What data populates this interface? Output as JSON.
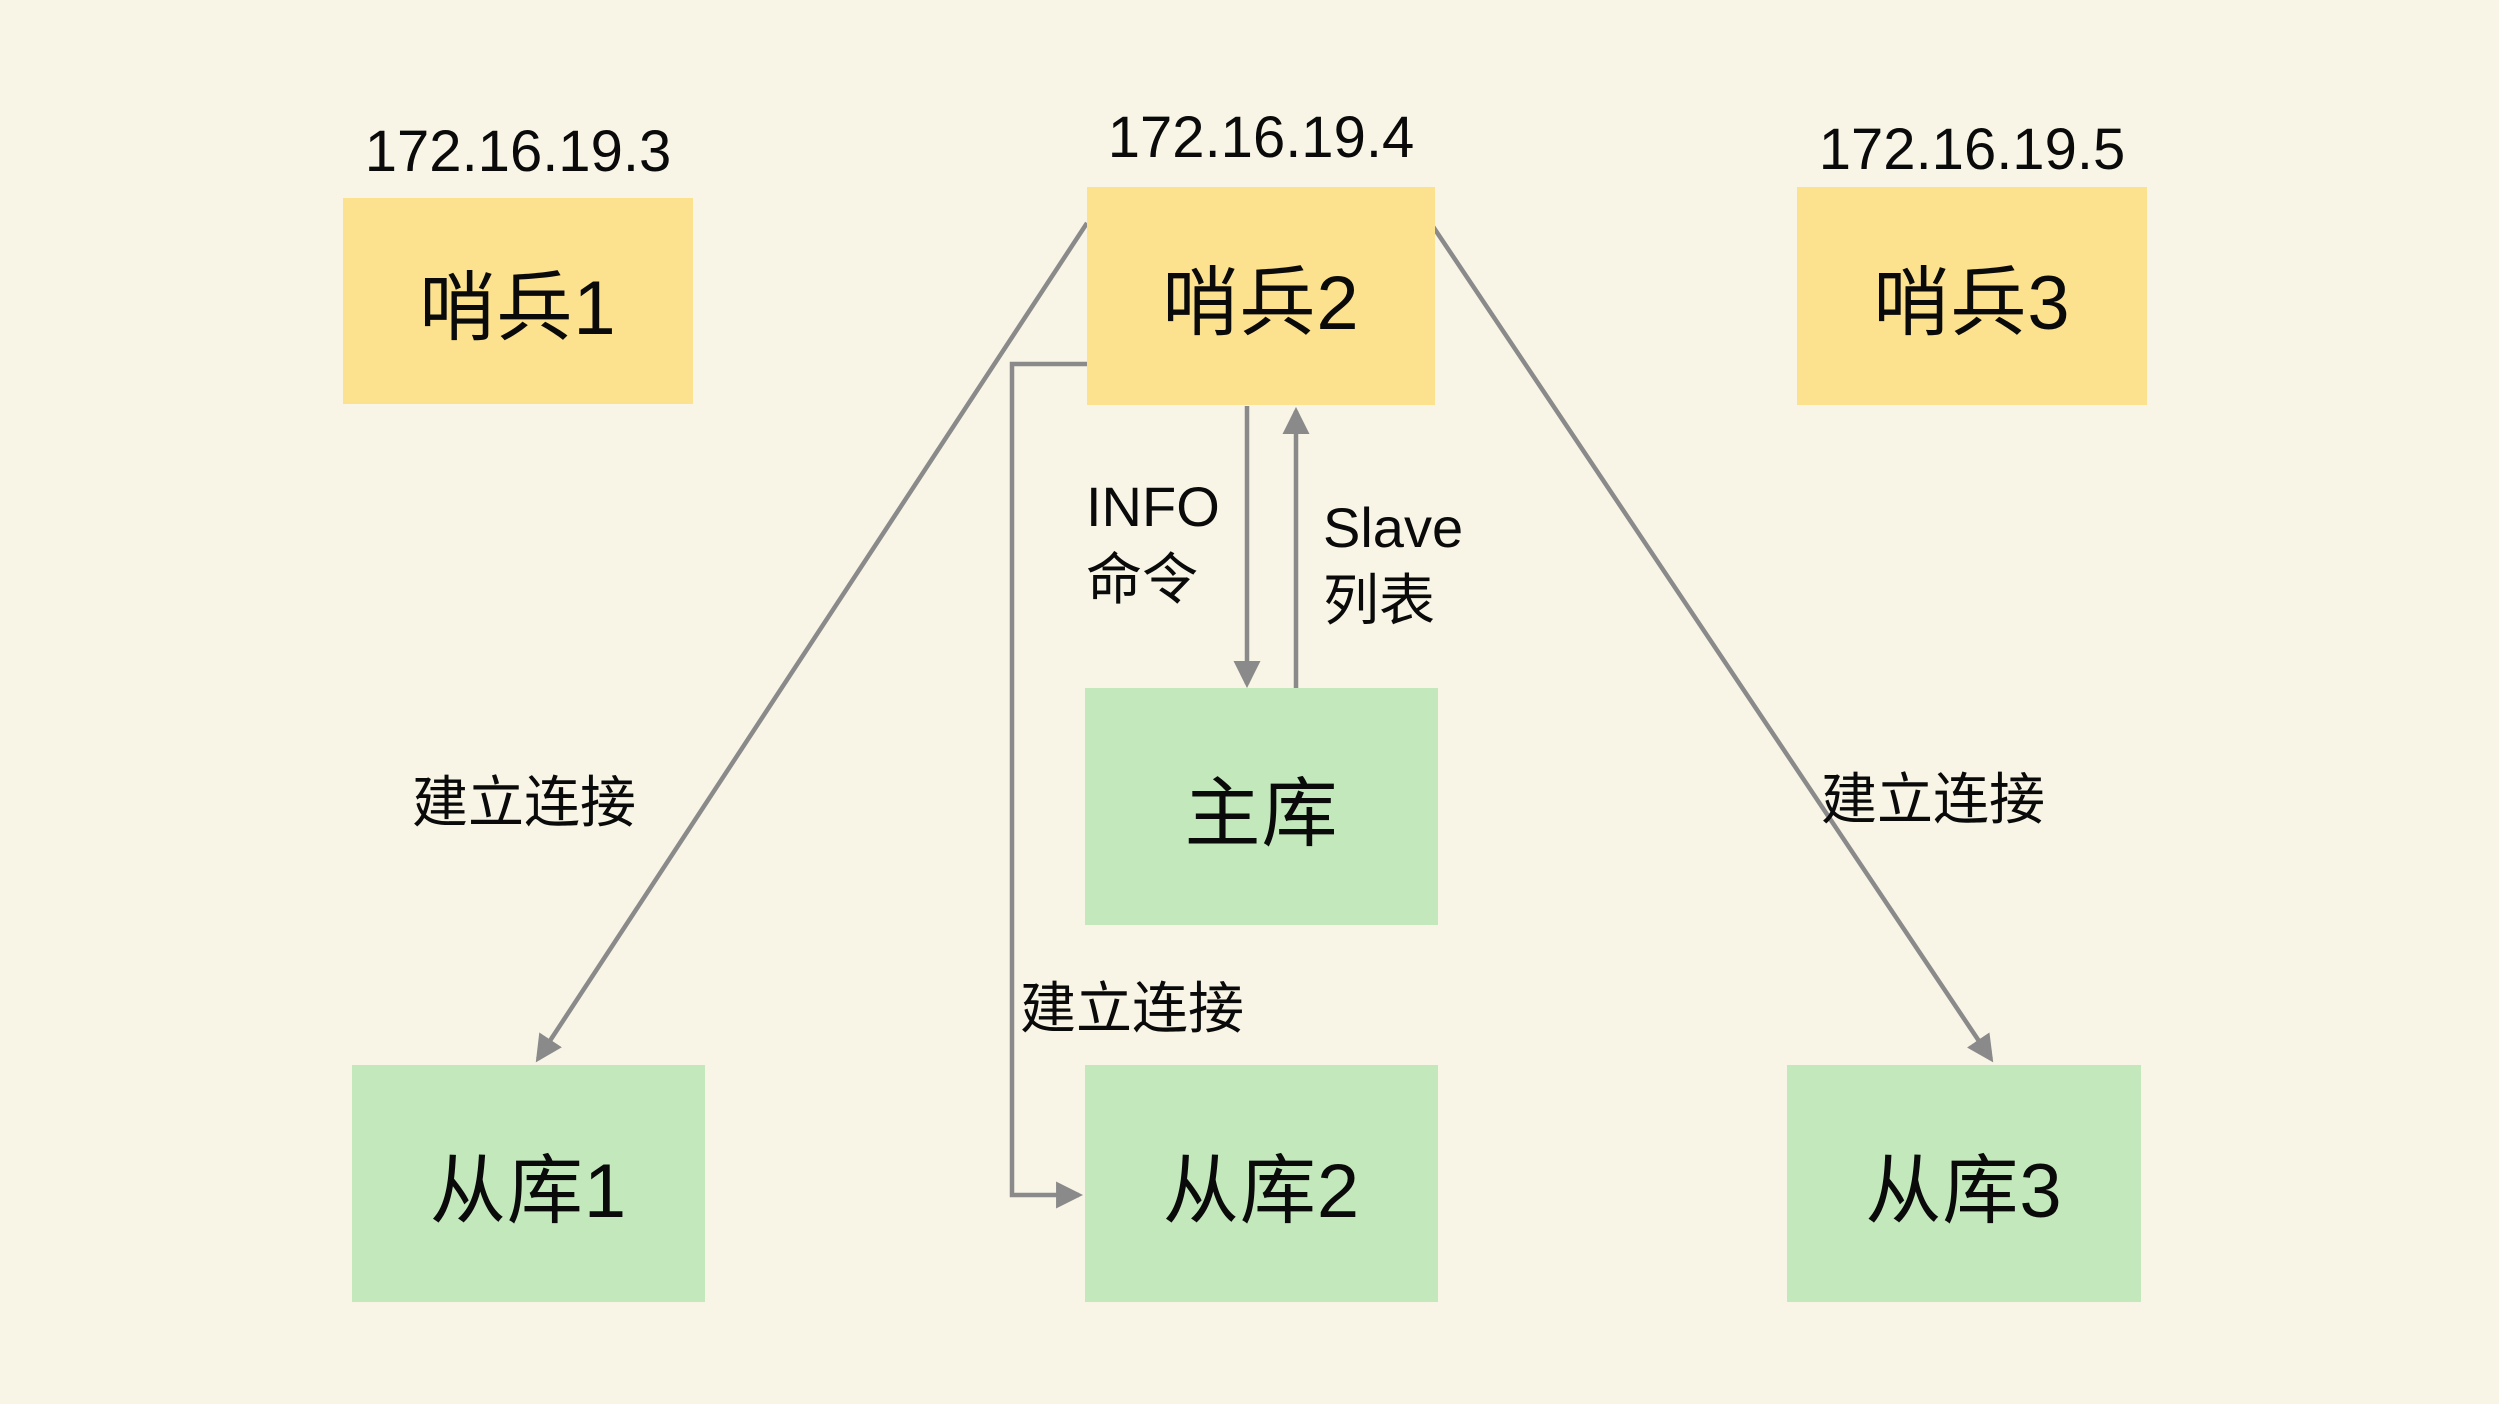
{
  "nodes": {
    "sentinel1": {
      "ip": "172.16.19.3",
      "label": "哨兵1"
    },
    "sentinel2": {
      "ip": "172.16.19.4",
      "label": "哨兵2"
    },
    "sentinel3": {
      "ip": "172.16.19.5",
      "label": "哨兵3"
    },
    "master": {
      "label": "主库"
    },
    "slave1": {
      "label": "从库1"
    },
    "slave2": {
      "label": "从库2"
    },
    "slave3": {
      "label": "从库3"
    }
  },
  "edge_labels": {
    "info_command": {
      "line1": "INFO",
      "line2": "命令"
    },
    "slave_list": {
      "line1": "Slave",
      "line2": "列表"
    },
    "connect_left": "建立连接",
    "connect_middle": "建立连接",
    "connect_right": "建立连接"
  },
  "colors": {
    "background": "#F8F5E7",
    "sentinel_fill": "#FCE28F",
    "db_fill": "#C3E8BC",
    "arrow": "#8A8A8A",
    "text": "#0A0A0A"
  }
}
